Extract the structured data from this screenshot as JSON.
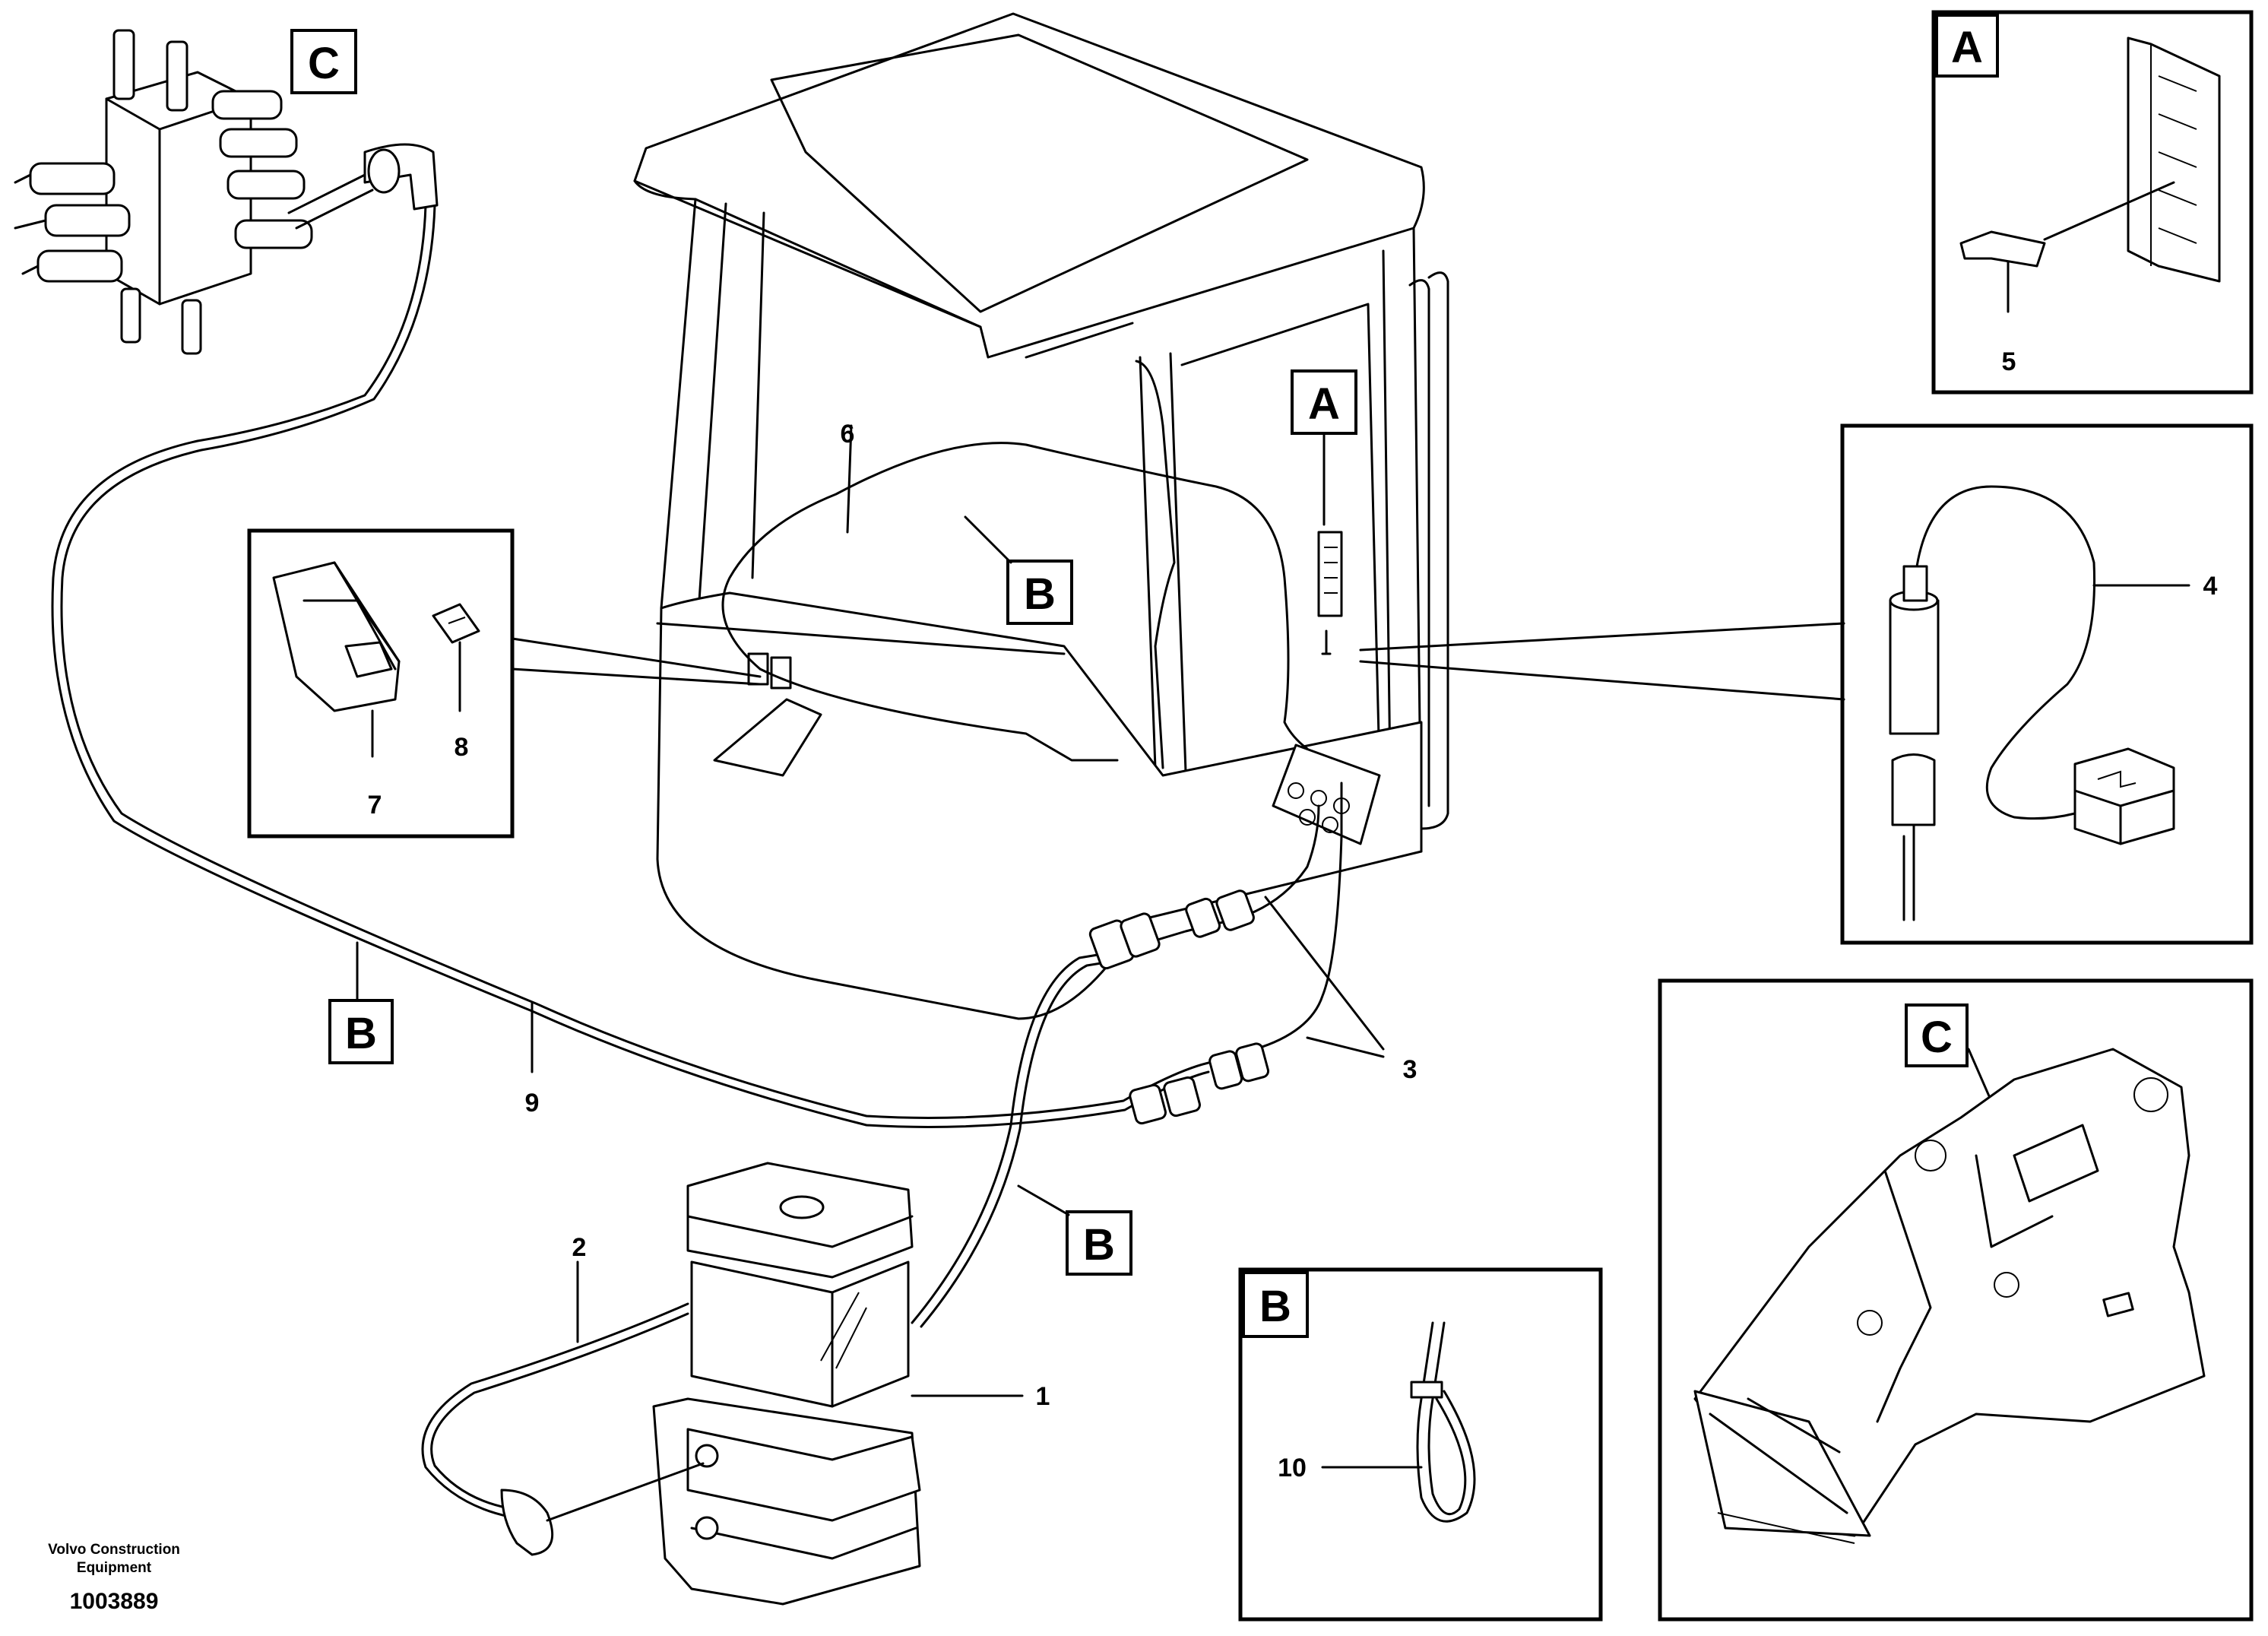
{
  "callouts": {
    "c1": "1",
    "c2": "2",
    "c3": "3",
    "c4": "4",
    "c5": "5",
    "c6": "6",
    "c7": "7",
    "c8": "8",
    "c9": "9",
    "c10": "10"
  },
  "detail_letters": {
    "a": "A",
    "b": "B",
    "c": "C"
  },
  "footer": {
    "maker_line1": "Volvo Construction",
    "maker_line2": "Equipment",
    "doc_number": "1003889"
  }
}
